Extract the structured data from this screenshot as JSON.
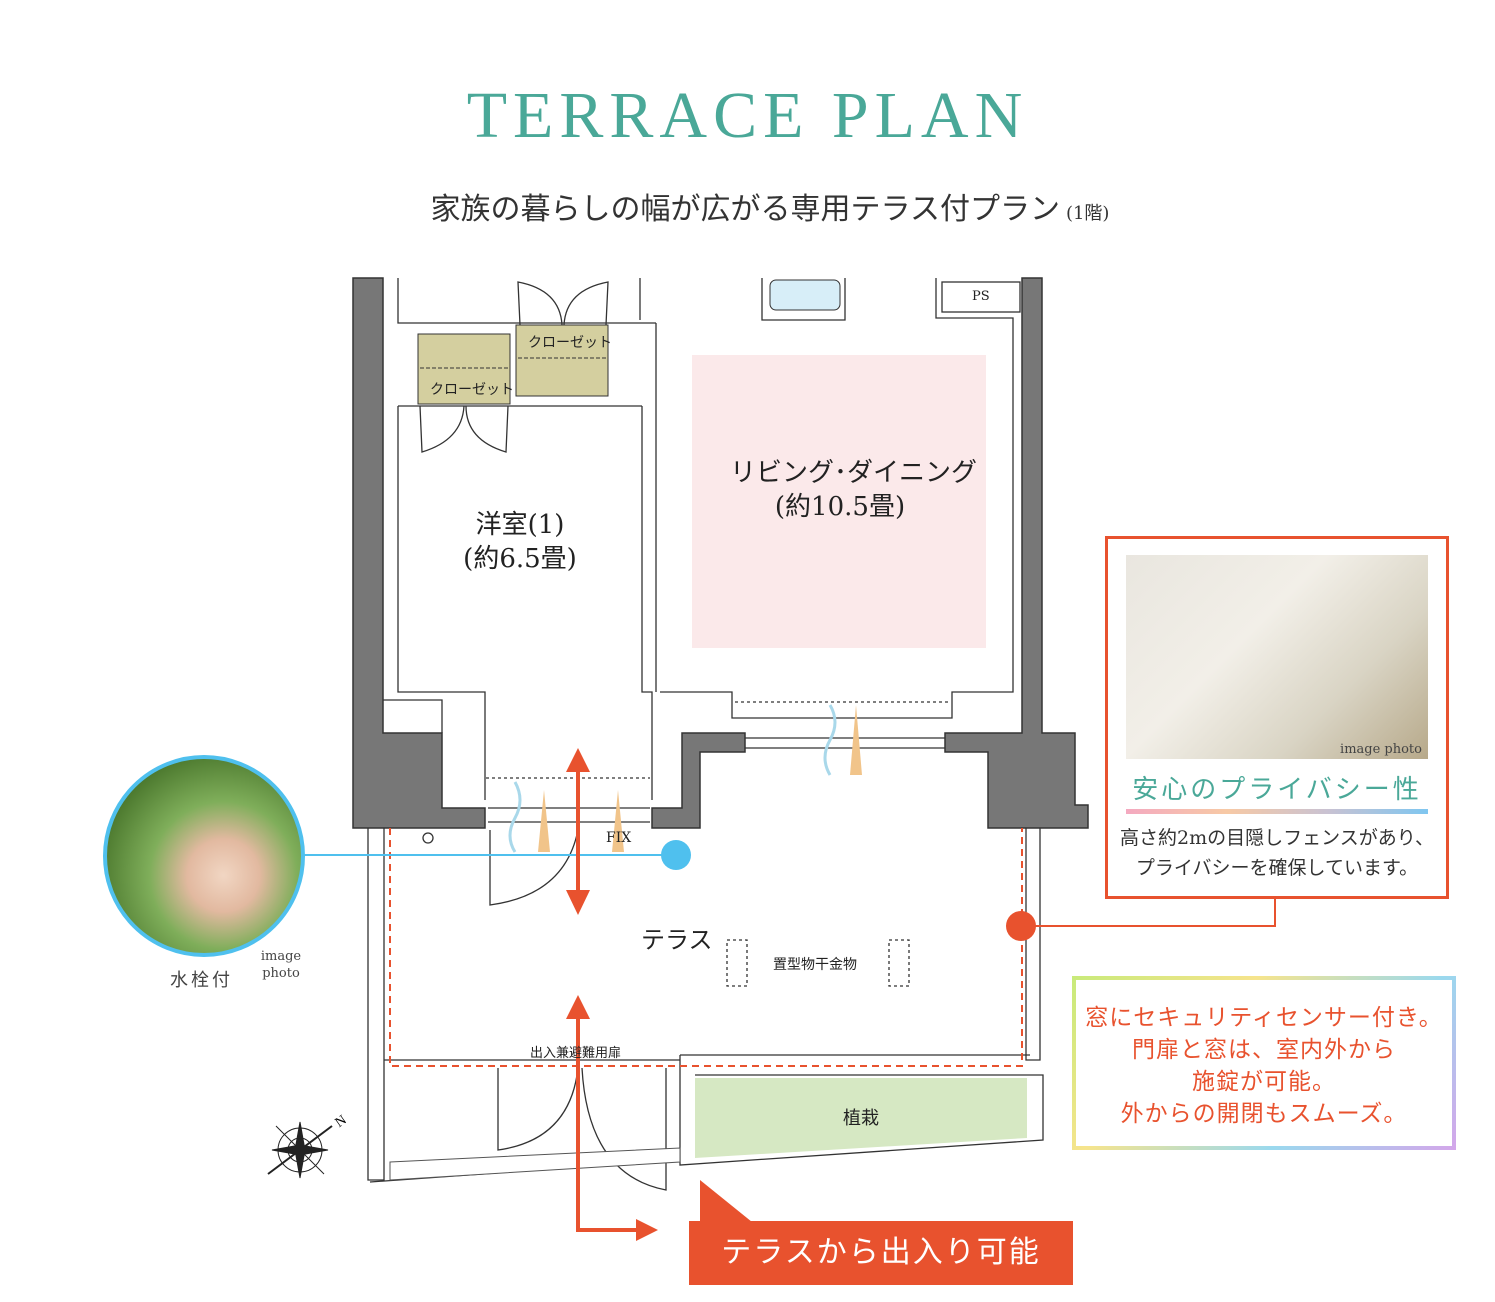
{
  "header": {
    "title": "TERRACE PLAN",
    "subtitle": "家族の暮らしの幅が広がる専用テラス付プラン",
    "subtitle_note": "(1階)"
  },
  "plan": {
    "rooms": {
      "western_room": "洋室(1)",
      "western_room_size": "(約6.5畳)",
      "living_dining": "リビング･ダイニング",
      "living_dining_size": "(約10.5畳)",
      "closet_1": "クローゼット",
      "closet_2": "クローゼット",
      "ps": "PS",
      "fix": "FIX",
      "terrace": "テラス",
      "drying_rack": "置型物干金物",
      "gate": "出入兼避難用扉",
      "planting": "植栽"
    },
    "faucet_label": "水栓付",
    "faucet_note": "image photo",
    "colors": {
      "accent": "#e8522e",
      "teal": "#4aa898",
      "blue": "#4fc0ee",
      "wall": "#777777",
      "living": "#fbe9ea",
      "closet": "#d4cf9f",
      "planting": "#d6e8c3"
    }
  },
  "privacy": {
    "photo_note": "image photo",
    "heading": "安心のプライバシー性",
    "text_1": "高さ約2mの目隠しフェンスがあり、",
    "text_2": "プライバシーを確保しています。"
  },
  "security": {
    "line_1": "窓にセキュリティセンサー付き。",
    "line_2": "門扉と窓は、室内外から",
    "line_3": "施錠が可能。",
    "line_4": "外からの開閉もスムーズ。"
  },
  "callout": "テラスから出入り可能"
}
